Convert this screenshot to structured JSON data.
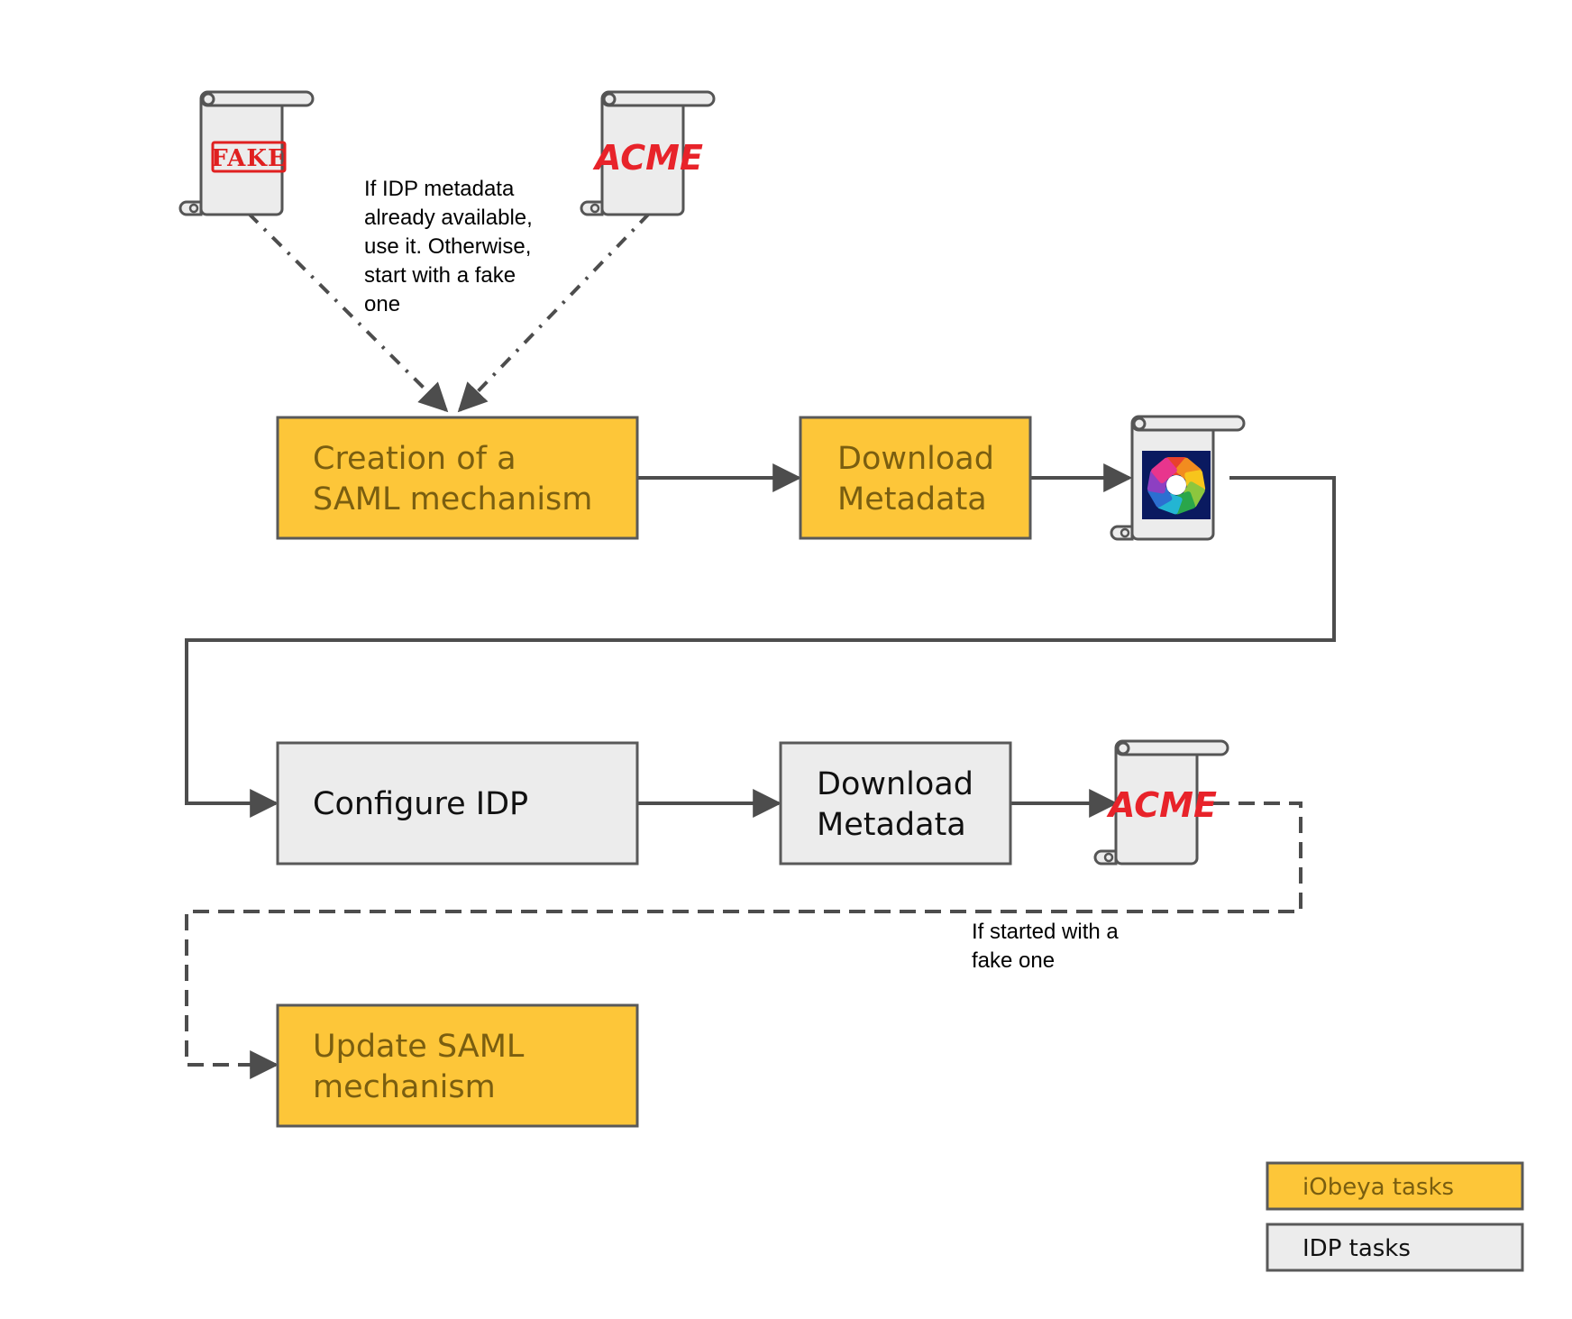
{
  "colors": {
    "iobeya": "#fdc639",
    "idp": "#ececec",
    "border": "#595959",
    "connector": "#4d4d4d",
    "yellow_text": "#7a5e10"
  },
  "boxes": {
    "creation_saml": [
      "Creation of a",
      "SAML mechanism"
    ],
    "download_metadata_iobeya": [
      "Download",
      "Metadata"
    ],
    "configure_idp": [
      "Configure IDP"
    ],
    "download_metadata_idp": [
      "Download",
      "Metadata"
    ],
    "update_saml": [
      "Update SAML",
      "mechanism"
    ]
  },
  "notes": {
    "metadata_choice": [
      "If IDP metadata",
      "already available,",
      "use it. Otherwise,",
      "start with a fake",
      "one"
    ],
    "started_fake": [
      "If started with a",
      "fake one"
    ]
  },
  "documents": {
    "fake_doc": {
      "logo": "FAKE"
    },
    "acme_doc_top": {
      "logo": "ACME"
    },
    "iobeya_doc": {
      "icon": "iobeya-flower-logo"
    },
    "acme_doc_bottom": {
      "logo": "ACME"
    }
  },
  "legend": {
    "iobeya": "iObeya tasks",
    "idp": "IDP tasks"
  }
}
